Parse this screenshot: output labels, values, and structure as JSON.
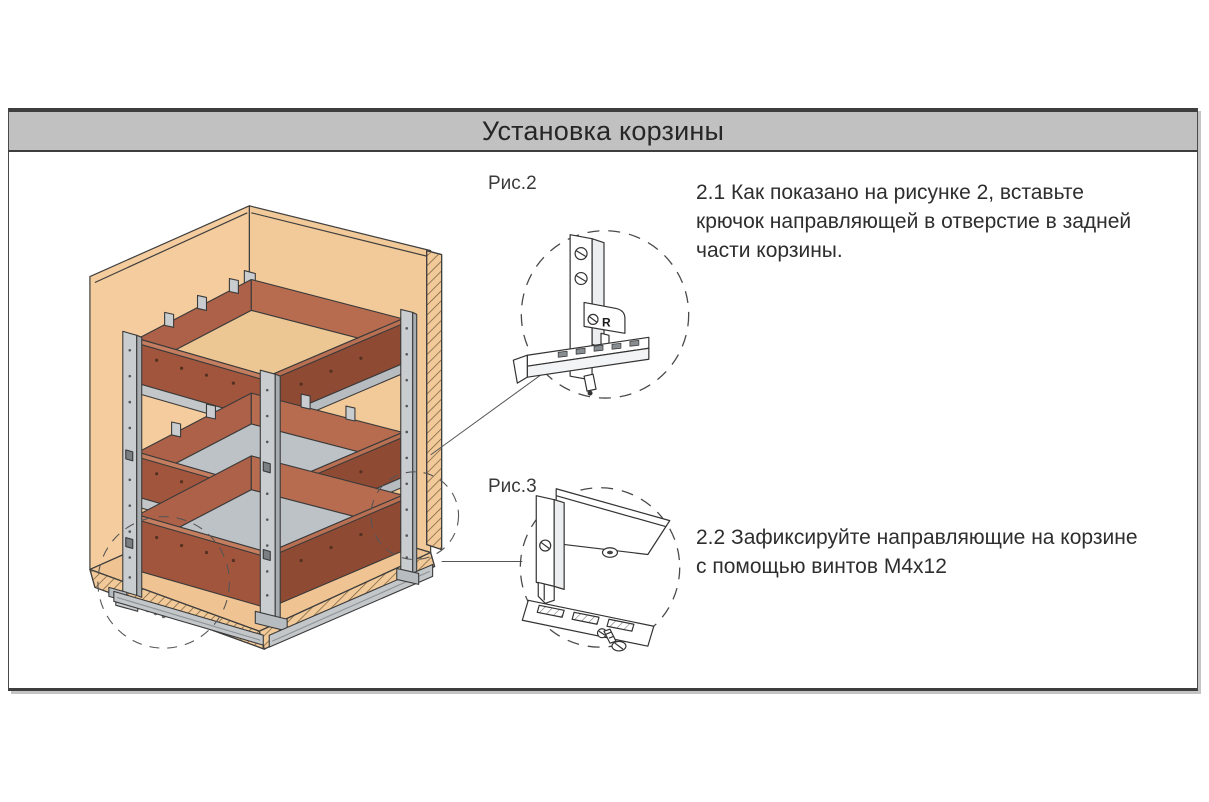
{
  "header": {
    "title": "Установка корзины"
  },
  "figures": {
    "fig2": {
      "label": "Рис.2",
      "marking": "R"
    },
    "fig3": {
      "label": "Рис.3"
    }
  },
  "instructions": {
    "step1": {
      "lines": [
        "2.1 Как показано на рисунке 2, вставьте",
        "крючок направляющей в отверстие в задней",
        "части корзины."
      ]
    },
    "step2": {
      "lines": [
        "2.2 Зафиксируйте направляющие на корзине",
        "с помощью винтов М4х12"
      ]
    }
  },
  "palette": {
    "header_bg": "#c2c1c1",
    "border": "#3e3e3e",
    "wood": "#f2c998",
    "basket_red": "#a2553d",
    "metal": "#c9cdd0",
    "outline": "#3f3f3f"
  }
}
